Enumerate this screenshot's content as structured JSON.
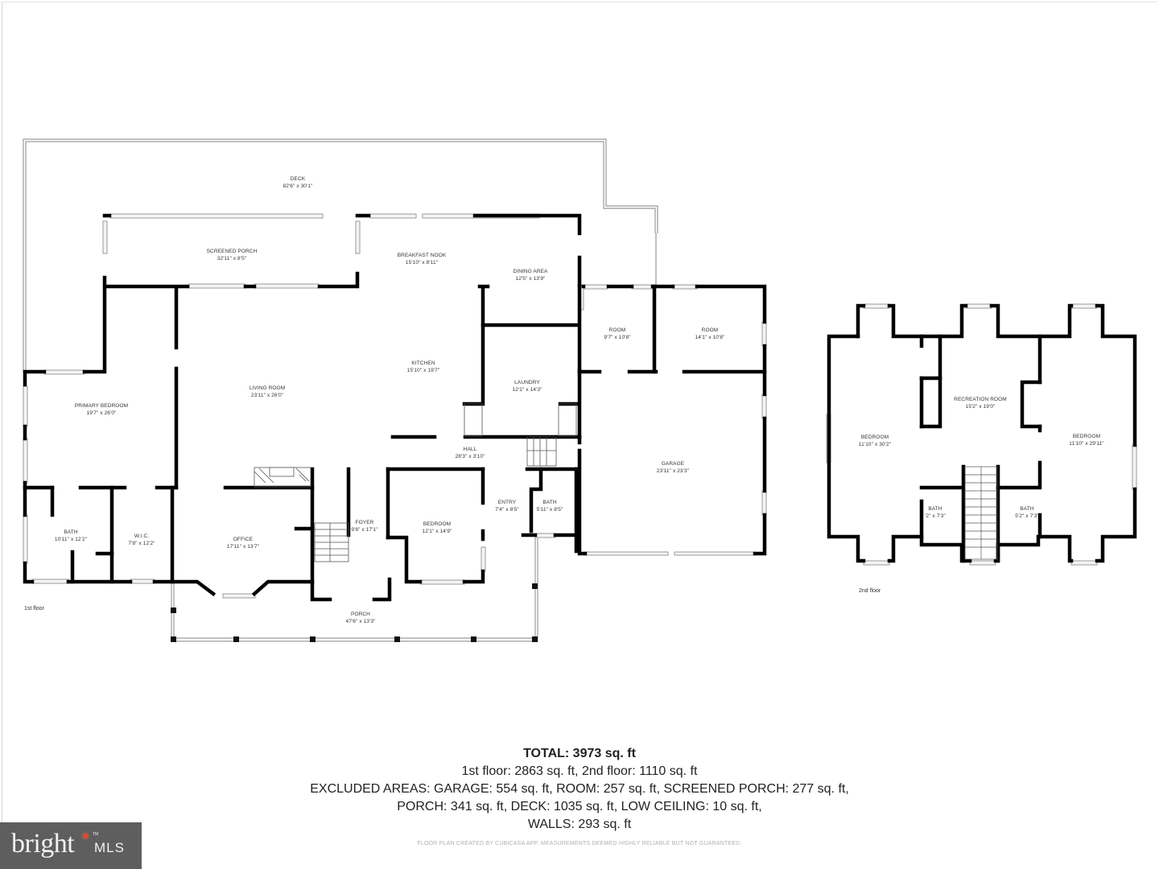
{
  "first_floor": {
    "label": "1st floor",
    "rooms": [
      {
        "name": "DECK",
        "dims": "82'6\" x 30'1\""
      },
      {
        "name": "SCREENED PORCH",
        "dims": "32'11\" x 8'5\""
      },
      {
        "name": "BREAKFAST NOOK",
        "dims": "15'10\" x 8'11\""
      },
      {
        "name": "DINING AREA",
        "dims": "12'5\" x 13'9\""
      },
      {
        "name": "ROOM",
        "dims": "9'7\" x 10'8\""
      },
      {
        "name": "ROOM",
        "dims": "14'1\" x 10'8\""
      },
      {
        "name": "KITCHEN",
        "dims": "15'10\" x 19'7\""
      },
      {
        "name": "LAUNDRY",
        "dims": "12'1\" x 14'3\""
      },
      {
        "name": "LIVING ROOM",
        "dims": "23'11\" x 26'0\""
      },
      {
        "name": "PRIMARY BEDROOM",
        "dims": "19'7\" x 26'0\""
      },
      {
        "name": "HALL",
        "dims": "28'3\" x 3'10\""
      },
      {
        "name": "GARAGE",
        "dims": "23'11\" x 23'3\""
      },
      {
        "name": "BATH",
        "dims": "10'11\" x 12'2\""
      },
      {
        "name": "W.I.C.",
        "dims": "7'8\" x 12'2\""
      },
      {
        "name": "OFFICE",
        "dims": "17'11\" x 13'7\""
      },
      {
        "name": "FOYER",
        "dims": "9'6\" x 17'1\""
      },
      {
        "name": "BEDROOM",
        "dims": "12'1\" x 14'9\""
      },
      {
        "name": "ENTRY",
        "dims": "7'4\" x 8'5\""
      },
      {
        "name": "BATH",
        "dims": "5'11\" x 8'5\""
      },
      {
        "name": "PORCH",
        "dims": "47'6\" x 13'3\""
      }
    ]
  },
  "second_floor": {
    "label": "2nd floor",
    "rooms": [
      {
        "name": "BEDROOM",
        "dims": "11'10\" x 30'2\""
      },
      {
        "name": "RECREATION ROOM",
        "dims": "15'2\" x 19'0\""
      },
      {
        "name": "BEDROOM",
        "dims": "11'10\" x 29'11\""
      },
      {
        "name": "BATH",
        "dims": "'2\" x 7'3\""
      },
      {
        "name": "BATH",
        "dims": "5'2\" x 7'3\""
      }
    ]
  },
  "summary": {
    "total": "TOTAL: 3973 sq. ft",
    "floors": "1st floor: 2863 sq. ft, 2nd floor: 1110 sq. ft",
    "excluded_line1": "EXCLUDED AREAS: GARAGE: 554 sq. ft, ROOM: 257 sq. ft, SCREENED PORCH: 277 sq. ft,",
    "excluded_line2": "PORCH: 341 sq. ft, DECK: 1035 sq. ft, LOW CEILING: 10 sq. ft,",
    "excluded_line3": "WALLS: 293 sq. ft"
  },
  "disclaimer": "FLOOR PLAN CREATED BY CUBICASA APP. MEASUREMENTS DEEMED HIGHLY RELIABLE BUT NOT GUARANTEED.",
  "logo": {
    "brand": "bright",
    "suffix": "MLS",
    "trademark": "TM",
    "bg_color": "#5e5e5e",
    "accent_color": "#e8452c"
  }
}
